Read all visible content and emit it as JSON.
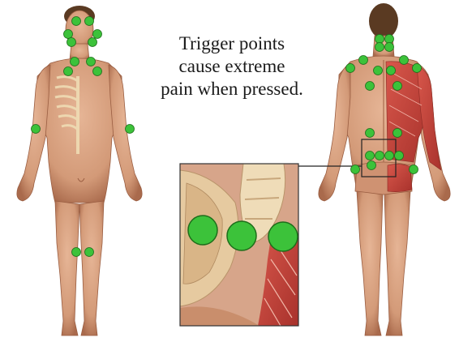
{
  "caption": {
    "lines": [
      "Trigger points",
      "cause extreme",
      "pain when pressed."
    ]
  },
  "colors": {
    "background": "#ffffff",
    "skin": "#d9a07f",
    "skin_shadow": "#b8775a",
    "hair": "#5a3a22",
    "muscle": "#c8473e",
    "bone": "#e8d2a6",
    "trigger_point": "#3cc23a",
    "trigger_point_outline": "#1d6e1a",
    "callout_line": "#222222"
  },
  "figures": {
    "front": {
      "label": "front-view-body"
    },
    "back": {
      "label": "back-view-body"
    }
  },
  "trigger_points": {
    "front_count": 14,
    "back_count": 21,
    "inset_count": 3
  }
}
